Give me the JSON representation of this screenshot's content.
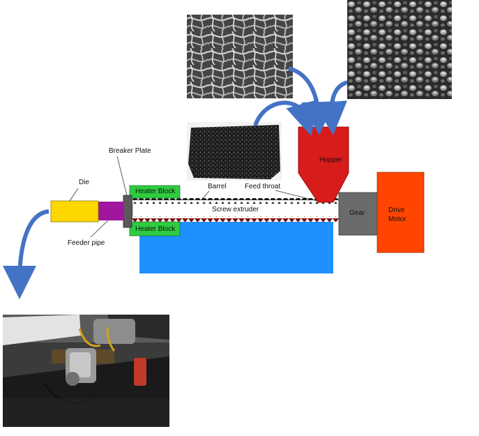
{
  "labels": {
    "die": "Die",
    "breaker_plate": "Breaker Plate",
    "heater_block_top": "Heater Block",
    "heater_block_bottom": "Heater Block",
    "barrel": "Barrel",
    "feed_throat": "Feed throat",
    "screw_extruder": "Screw extruder",
    "feeder_pipe": "Feeder pipe",
    "hopper": "Hopper",
    "gear": "Gear",
    "drive_motor_line1": "Drive",
    "drive_motor_line2": "Motor"
  },
  "colors": {
    "die": "#ffd700",
    "feeder_pipe": "#a0169c",
    "breaker_plate": "#5a5a5a",
    "heater_block": "#2ecc40",
    "barrel_stand": "#1e90ff",
    "hopper": "#d81b1b",
    "gear": "#6b6b6b",
    "drive_motor": "#ff4500",
    "arrow": "#4472c4",
    "screw_top": "#1a1a1a",
    "screw_bottom": "#7a1010"
  },
  "photos": [
    {
      "name": "fibrous-waste-photo",
      "subject": "fibrous-strands"
    },
    {
      "name": "pellets-photo",
      "subject": "pellets"
    },
    {
      "name": "granules-photo",
      "subject": "fine-granules"
    },
    {
      "name": "extruder-setup-photo",
      "subject": "lab-extruder"
    }
  ]
}
